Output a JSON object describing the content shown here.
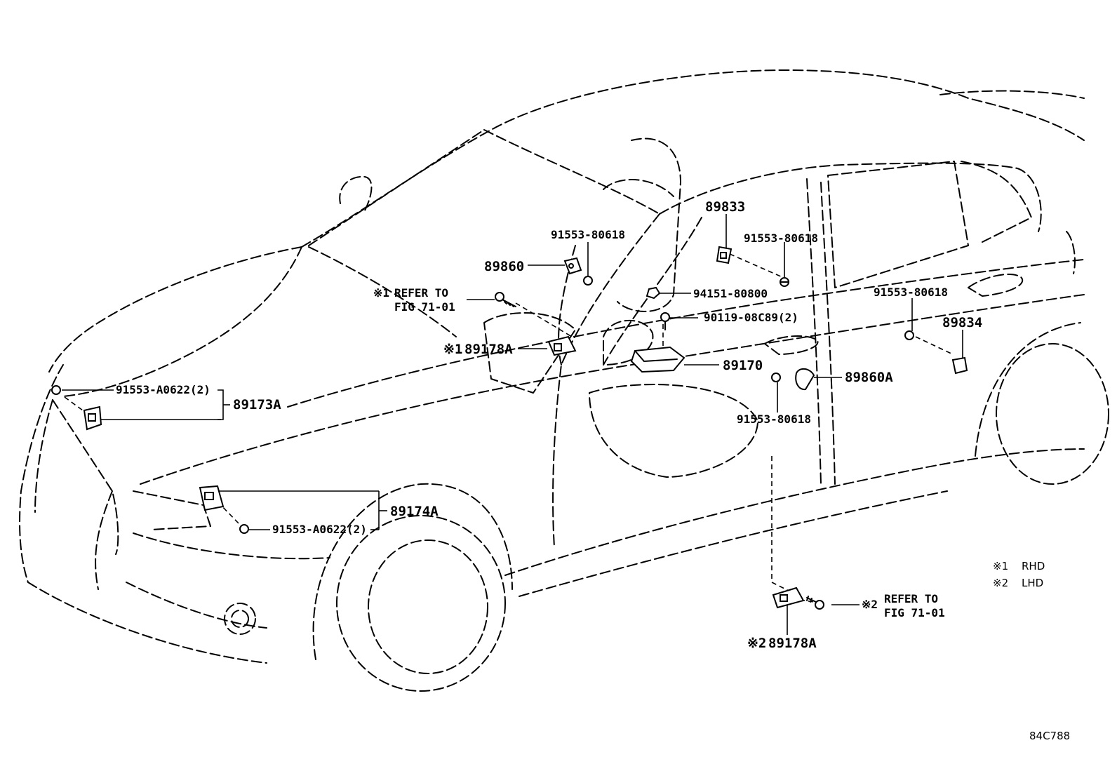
{
  "labels": {
    "p89833": "89833",
    "p91553_80618_a": "91553-80618",
    "p91553_80618_b": "91553-80618",
    "p89860": "89860",
    "refer1_mark": "※1",
    "refer1_line1": "REFER TO",
    "refer1_line2": "FIG 71-01",
    "p94151_80800": "94151-80800",
    "p90119_08c89": "90119-08C89(2)",
    "p91553_80618_c": "91553-80618",
    "p89834": "89834",
    "mark1_89178a": "※1",
    "p89178a_top": "89178A",
    "p89170": "89170",
    "p89860a": "89860A",
    "p91553_a0622_a": "91553-A0622(2)",
    "p89173a": "89173A",
    "p91553_80618_d": "91553-80618",
    "p89174a": "89174A",
    "p91553_a0622_b": "91553-A0622(2)",
    "refer2_mark": "※2",
    "refer2_line1": "REFER TO",
    "refer2_line2": "FIG 71-01",
    "mark2_89178a": "※2",
    "p89178a_bottom": "89178A"
  },
  "legend": {
    "rhd_mark": "※1",
    "rhd_text": "RHD",
    "lhd_mark": "※2",
    "lhd_text": "LHD"
  },
  "figure_code": "84C788"
}
